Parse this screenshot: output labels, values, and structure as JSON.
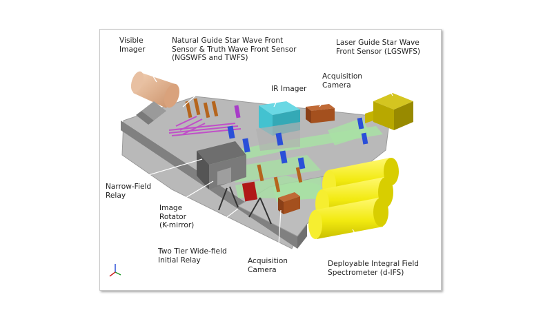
{
  "labels": {
    "visible_imager": "Visible\nImager",
    "ngswfs": "Natural Guide Star Wave Front\nSensor & Truth Wave Front Sensor\n(NGSWFS and TWFS)",
    "lgswfs": "Laser Guide Star Wave\nFront Sensor (LGSWFS)",
    "acq_camera_top": "Acquisition\nCamera",
    "ir_imager": "IR Imager",
    "narrow_field_relay": "Narrow-Field\nRelay",
    "image_rotator": "Image\nRotator\n(K-mirror)",
    "two_tier_relay": "Two Tier Wide-field\nInitial Relay",
    "acq_camera_bottom": "Acquisition\nCamera",
    "difs": "Deployable Integral Field\nSpectrometer (d-IFS)"
  },
  "colors": {
    "bench_top": "#b9b9b9",
    "bench_side": "#8a8a8a",
    "beam": "#a8e0a4",
    "laser_beam": "#c050c8",
    "spectrometer": "#f2ea10",
    "lgswfs_box": "#b8a800",
    "ir_imager": "#43c2d0",
    "acq_camera": "#a4501e",
    "visible_imager": "#e3b190",
    "optics_blue": "#2a4fd8"
  }
}
